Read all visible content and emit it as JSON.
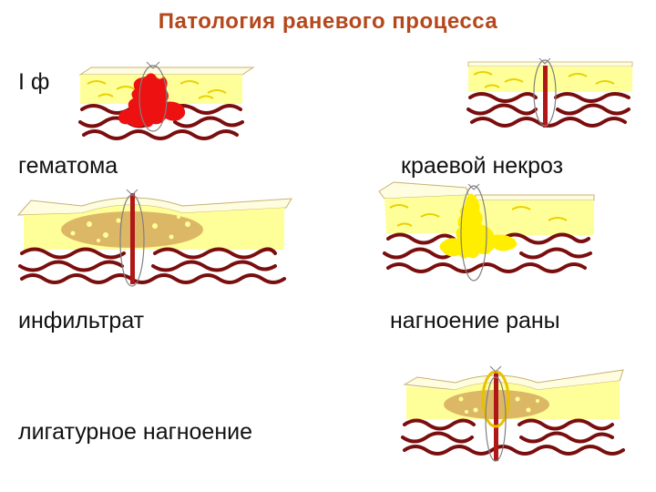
{
  "title": "Патология раневого процесса",
  "labels": {
    "phase": "I ф",
    "hematoma": "гематома",
    "edge_necrosis": "краевой некроз",
    "infiltrate": "инфильтрат",
    "suppuration": "нагноение раны",
    "ligature_suppuration": "лигатурное нагноение"
  },
  "colors": {
    "title": "#b5471b",
    "fat": "#ffff99",
    "muscle": "#7a0e0e",
    "blood": "#ee1111",
    "pus": "#ffee00",
    "infiltrate": "#d8b060",
    "suture": "#b01818"
  }
}
